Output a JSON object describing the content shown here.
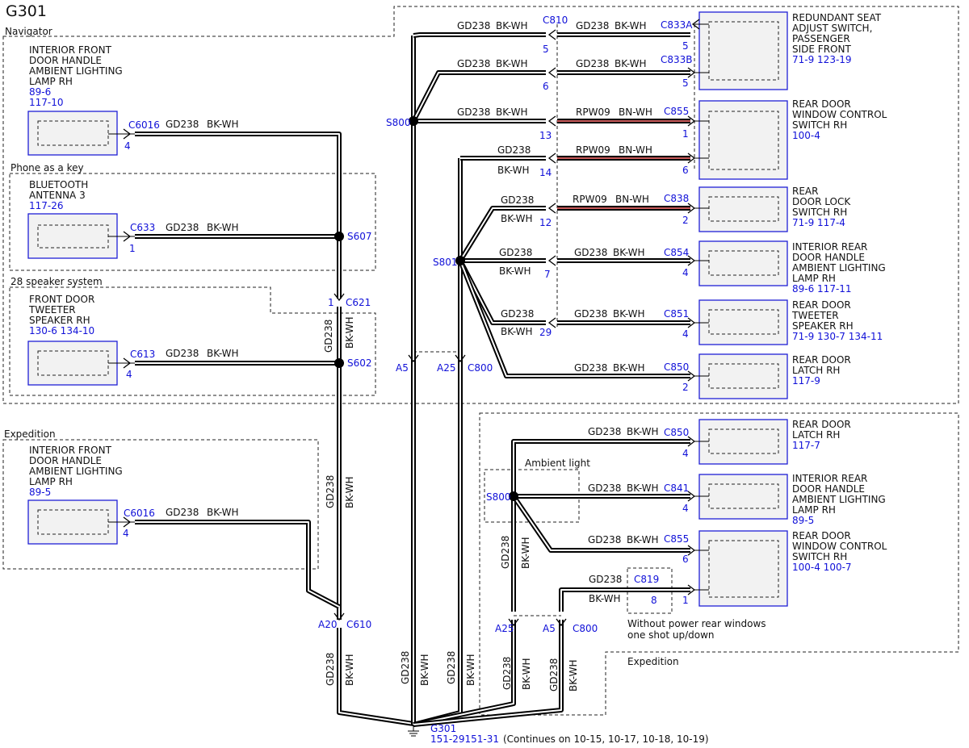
{
  "title": "G301",
  "sections": {
    "navigator": "Navigator",
    "phone_key": "Phone as a key",
    "speaker28": "28 speaker system",
    "expedition_left": "Expedition",
    "ambient": "Ambient light",
    "expedition_right": "Expedition",
    "without_power": [
      "Without power rear windows",
      "one shot up/down"
    ]
  },
  "components": {
    "int_front_door_rh_nav": {
      "lines": [
        "INTERIOR FRONT",
        "DOOR HANDLE",
        "AMBIENT LIGHTING",
        "LAMP RH"
      ],
      "refs": [
        "89-6",
        "117-10"
      ]
    },
    "bluetooth_antenna": {
      "lines": [
        "BLUETOOTH",
        "ANTENNA 3"
      ],
      "refs": [
        "117-26"
      ]
    },
    "front_tweeter": {
      "lines": [
        "FRONT DOOR",
        "TWEETER",
        "SPEAKER RH"
      ],
      "refs": [
        "130-6  134-10"
      ]
    },
    "int_front_door_rh_exp": {
      "lines": [
        "INTERIOR FRONT",
        "DOOR HANDLE",
        "AMBIENT LIGHTING",
        "LAMP RH"
      ],
      "refs": [
        "89-5"
      ]
    },
    "redundant_seat": {
      "lines": [
        "REDUNDANT SEAT",
        "ADJUST SWITCH,",
        "PASSENGER",
        "SIDE FRONT"
      ],
      "refs": [
        "71-9    123-19"
      ]
    },
    "rear_window_nav": {
      "lines": [
        "REAR DOOR",
        "WINDOW CONTROL",
        "SWITCH RH"
      ],
      "refs": [
        "100-4"
      ]
    },
    "rear_door_lock": {
      "lines": [
        "REAR",
        "DOOR LOCK",
        "SWITCH RH"
      ],
      "refs": [
        "71-9   117-4"
      ]
    },
    "int_rear_door_nav": {
      "lines": [
        "INTERIOR REAR",
        "DOOR HANDLE",
        "AMBIENT LIGHTING",
        "LAMP RH"
      ],
      "refs": [
        "89-6     117-11"
      ]
    },
    "rear_tweeter": {
      "lines": [
        "REAR DOOR",
        "TWEETER",
        "SPEAKER RH"
      ],
      "refs": [
        "71-9  130-7  134-11"
      ]
    },
    "rear_latch_nav": {
      "lines": [
        "REAR DOOR",
        "LATCH RH"
      ],
      "refs": [
        "117-9"
      ]
    },
    "rear_latch_exp": {
      "lines": [
        "REAR DOOR",
        "LATCH RH"
      ],
      "refs": [
        "117-7"
      ]
    },
    "int_rear_door_exp": {
      "lines": [
        "INTERIOR REAR",
        "DOOR HANDLE",
        "AMBIENT LIGHTING",
        "LAMP RH"
      ],
      "refs": [
        "89-5"
      ]
    },
    "rear_window_exp": {
      "lines": [
        "REAR DOOR",
        "WINDOW CONTROL",
        "SWITCH RH"
      ],
      "refs": [
        "100-4 100-7"
      ]
    }
  },
  "connectors": {
    "C6016": "C6016",
    "C633": "C633",
    "C613": "C613",
    "C621": "C621",
    "C610": "C610",
    "C810": "C810",
    "C833A": "C833A",
    "C833B": "C833B",
    "C855": "C855",
    "C838": "C838",
    "C854": "C854",
    "C851": "C851",
    "C850": "C850",
    "C800": "C800",
    "C841": "C841",
    "C819": "C819"
  },
  "splices": {
    "S800": "S800",
    "S801": "S801",
    "S607": "S607",
    "S602": "S602"
  },
  "pins": {
    "p4": "4",
    "p1": "1",
    "p5": "5",
    "p6": "6",
    "p13": "13",
    "p14": "14",
    "p12": "12",
    "p7": "7",
    "p29": "29",
    "p2": "2",
    "p8": "8",
    "A5": "A5",
    "A25": "A25",
    "A20": "A20"
  },
  "wires": {
    "gd238": "GD238",
    "bkwh": "BK-WH",
    "rpw09": "RPW09",
    "bnwh": "BN-WH"
  },
  "ground": {
    "label": "G301",
    "refs": "151-29151-31",
    "note": "(Continues on 10-15, 10-17, 10-18, 10-19)"
  }
}
